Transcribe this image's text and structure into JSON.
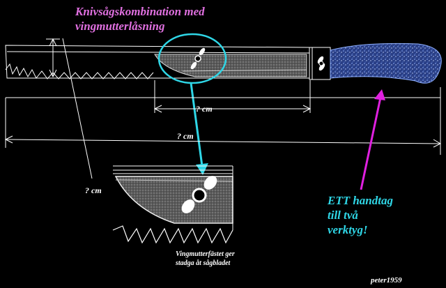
{
  "title": {
    "line1": "Knivsågskombination med",
    "line2": "vingmutterlåsning"
  },
  "dimensions": {
    "short": "? cm",
    "total": "? cm",
    "width": "? cm"
  },
  "tagline": {
    "line1": "ETT handtag",
    "line2": "till två",
    "line3": "verktyg!"
  },
  "caption": {
    "line1": "Vingmutterfästet ger",
    "line2": "stadga åt sågbladet"
  },
  "signature": "peter1959",
  "colors": {
    "background": "#000000",
    "title": "#e070e0",
    "tagline": "#2fd6e6",
    "highlight_circle": "#2fd6e6",
    "pointer_arrow": "#e020e0",
    "handle": "#3a5fb0",
    "lines": "#ffffff"
  }
}
